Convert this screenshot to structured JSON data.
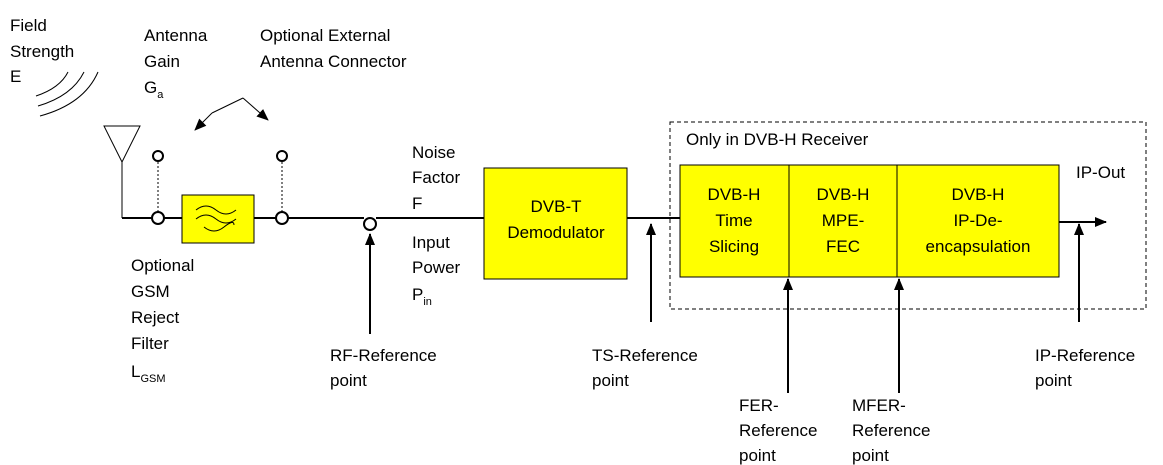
{
  "labels": {
    "field_strength": [
      "Field",
      "Strength",
      "E"
    ],
    "antenna_gain": [
      "Antenna",
      "Gain"
    ],
    "antenna_gain_symbol": "G",
    "antenna_gain_sub": "a",
    "external_connector": [
      "Optional External",
      "Antenna Connector"
    ],
    "gsm_filter": [
      "Optional",
      "GSM",
      "Reject",
      "Filter"
    ],
    "gsm_loss_symbol": "L",
    "gsm_loss_sub": "GSM",
    "noise_factor": [
      "Noise",
      "Factor",
      "F"
    ],
    "input_power": [
      "Input",
      "Power"
    ],
    "input_power_symbol": "P",
    "input_power_sub": "in",
    "dvbh_receiver_title": "Only in DVB-H Receiver",
    "ip_out": "IP-Out"
  },
  "blocks": {
    "demodulator": [
      "DVB-T",
      "Demodulator"
    ],
    "time_slicing": [
      "DVB-H",
      "Time",
      "Slicing"
    ],
    "mpe_fec": [
      "DVB-H",
      "MPE-",
      "FEC"
    ],
    "ip_decap": [
      "DVB-H",
      "IP-De-",
      "encapsulation"
    ]
  },
  "reference_points": {
    "rf": [
      "RF-Reference",
      "point"
    ],
    "ts": [
      "TS-Reference",
      "point"
    ],
    "fer": [
      "FER-",
      "Reference",
      "point"
    ],
    "mfer": [
      "MFER-",
      "Reference",
      "point"
    ],
    "ip": [
      "IP-Reference",
      "point"
    ]
  },
  "colors": {
    "block_fill": "#ffff00",
    "line": "#000000"
  }
}
